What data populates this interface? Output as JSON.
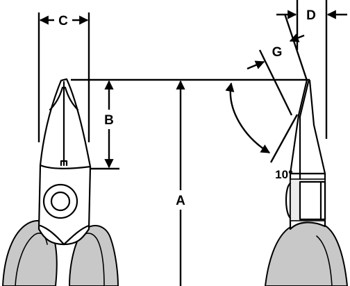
{
  "diagram": {
    "labels": {
      "a": "A",
      "b": "B",
      "c": "C",
      "d": "D",
      "g": "G",
      "angle": "10°"
    }
  }
}
